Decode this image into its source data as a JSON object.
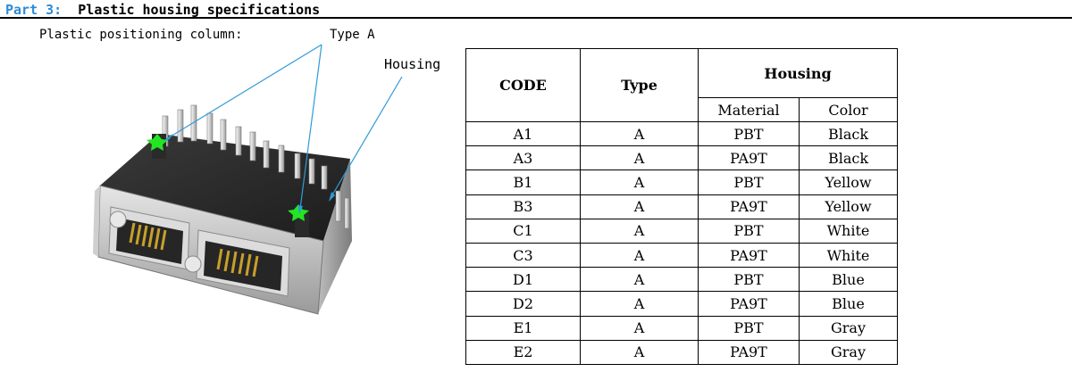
{
  "header": {
    "part_number": "Part 3:",
    "part_title": "Plastic housing specifications"
  },
  "drawing": {
    "subtitle": "Plastic positioning column:",
    "callout_type": "Type A",
    "callout_housing": "Housing",
    "marker_color": "#22e622",
    "leader_color": "#2f9bd6"
  },
  "table": {
    "headers": {
      "code": "CODE",
      "type": "Type",
      "housing": "Housing",
      "material": "Material",
      "color": "Color"
    },
    "rows": [
      {
        "code": "A1",
        "type": "A",
        "material": "PBT",
        "color": "Black"
      },
      {
        "code": "A3",
        "type": "A",
        "material": "PA9T",
        "color": "Black"
      },
      {
        "code": "B1",
        "type": "A",
        "material": "PBT",
        "color": "Yellow"
      },
      {
        "code": "B3",
        "type": "A",
        "material": "PA9T",
        "color": "Yellow"
      },
      {
        "code": "C1",
        "type": "A",
        "material": "PBT",
        "color": "White"
      },
      {
        "code": "C3",
        "type": "A",
        "material": "PA9T",
        "color": "White"
      },
      {
        "code": "D1",
        "type": "A",
        "material": "PBT",
        "color": "Blue"
      },
      {
        "code": "D2",
        "type": "A",
        "material": "PA9T",
        "color": "Blue"
      },
      {
        "code": "E1",
        "type": "A",
        "material": "PBT",
        "color": "Gray"
      },
      {
        "code": "E2",
        "type": "A",
        "material": "PA9T",
        "color": "Gray"
      }
    ]
  }
}
